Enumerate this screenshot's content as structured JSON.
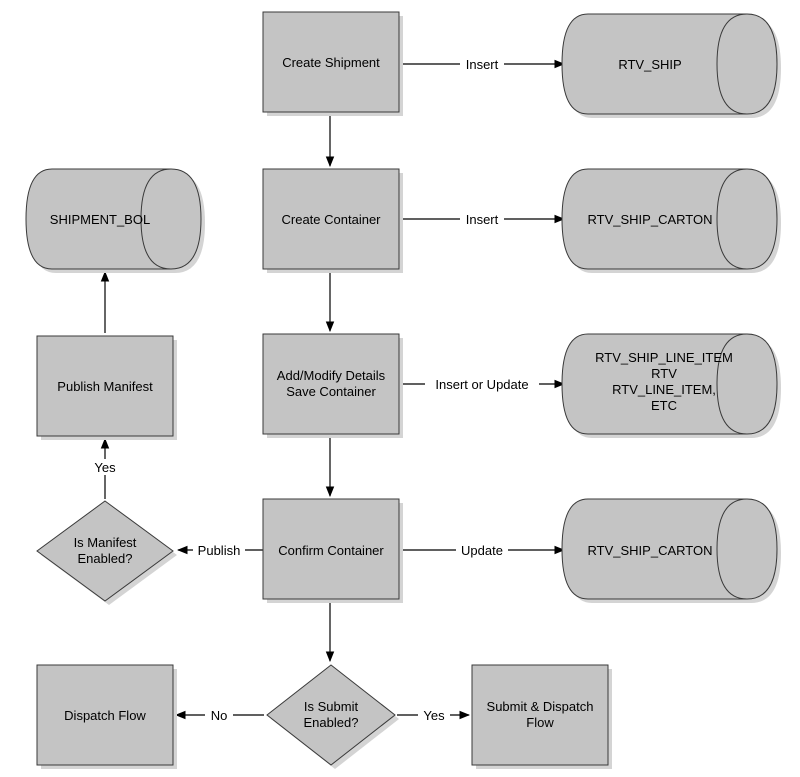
{
  "colors": {
    "fill": "#c4c4c4",
    "stroke": "#3a3a3a",
    "edge": "#000000",
    "shadow": "#d4d4d4"
  },
  "nodes": {
    "create_shipment": {
      "lines": [
        "Create Shipment"
      ]
    },
    "create_container": {
      "lines": [
        "Create Container"
      ]
    },
    "add_modify": {
      "lines": [
        "Add/Modify Details",
        "Save Container"
      ]
    },
    "confirm_container": {
      "lines": [
        "Confirm Container"
      ]
    },
    "publish_manifest": {
      "lines": [
        "Publish Manifest"
      ]
    },
    "dispatch_flow": {
      "lines": [
        "Dispatch Flow"
      ]
    },
    "submit_dispatch": {
      "lines": [
        "Submit & Dispatch",
        "Flow"
      ]
    },
    "is_manifest_enabled": {
      "lines": [
        "Is Manifest",
        "Enabled?"
      ]
    },
    "is_submit_enabled": {
      "lines": [
        "Is Submit",
        "Enabled?"
      ]
    },
    "db_rtv_ship": {
      "lines": [
        "RTV_SHIP"
      ]
    },
    "db_rtv_ship_carton_1": {
      "lines": [
        "RTV_SHIP_CARTON"
      ]
    },
    "db_line_items": {
      "lines": [
        "RTV_SHIP_LINE_ITEM",
        "RTV",
        "RTV_LINE_ITEM,",
        "ETC"
      ]
    },
    "db_rtv_ship_carton_2": {
      "lines": [
        "RTV_SHIP_CARTON"
      ]
    },
    "db_shipment_bol": {
      "lines": [
        "SHIPMENT_BOL"
      ]
    }
  },
  "edges": {
    "insert_1": "Insert",
    "insert_2": "Insert",
    "insert_or_update": "Insert or Update",
    "update": "Update",
    "publish": "Publish",
    "yes_manifest": "Yes",
    "no_submit": "No",
    "yes_submit": "Yes"
  }
}
